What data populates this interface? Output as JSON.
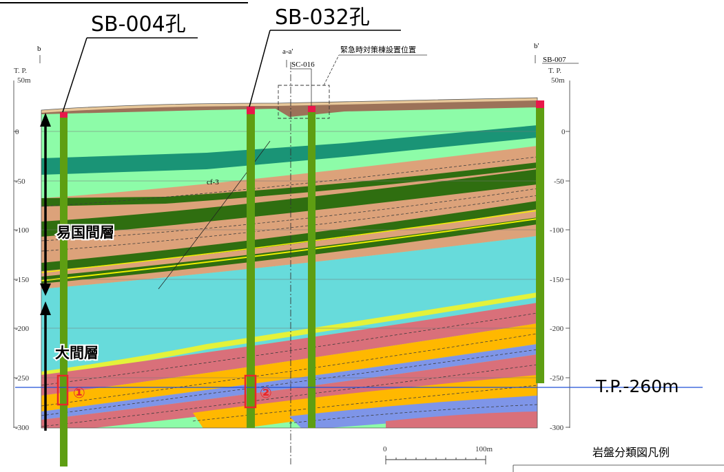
{
  "boreholes": {
    "sb004": "SB-004孔",
    "sb032": "SB-032孔",
    "sc016": "SC-016",
    "sb007": "SB-007"
  },
  "section": {
    "left_end": "b",
    "right_end": "b'",
    "cut_line": "a-a'",
    "facility": "緊急時対策棟設置位置",
    "fault": "cf-3"
  },
  "axis": {
    "unit": "T. P.",
    "top": "50m",
    "ticks": [
      "0",
      "-50",
      "-100",
      "-150",
      "-200",
      "-250",
      "-300"
    ]
  },
  "layers": {
    "upper": "易国間層",
    "lower": "大間層"
  },
  "depth_line": {
    "label": "T.P.-260m",
    "color": "#1f4fd6"
  },
  "markers": {
    "m1": "①",
    "m2": "②"
  },
  "scale": {
    "zero": "0",
    "end": "100m"
  },
  "legend": {
    "title": "岩盤分類図凡例"
  },
  "colors": {
    "light_green": "#8dfca8",
    "dark_teal": "#1a9476",
    "tan": "#dca27a",
    "dark_green": "#2f6e10",
    "cyan": "#67dbdb",
    "salmon": "#d9707a",
    "orange": "#ffb800",
    "blue": "#7e95e8",
    "yellow": "#f0f000",
    "brown": "#9c7259",
    "pipe": "#5e9e12",
    "pipe_cap": "#e8174a",
    "marker": "#e8262a"
  }
}
